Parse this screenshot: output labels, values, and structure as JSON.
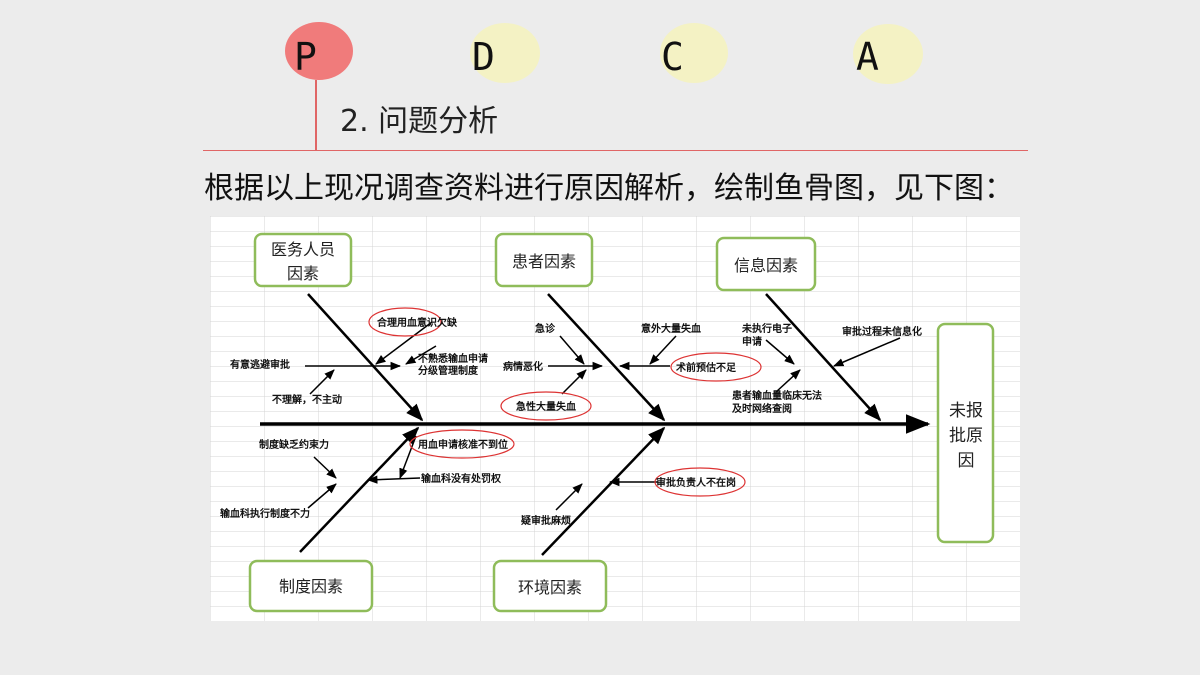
{
  "pdca": {
    "letters": [
      "P",
      "D",
      "C",
      "A"
    ],
    "active_color": "#f07b7b",
    "inactive_color": "#f4f2c4"
  },
  "section_title": "2. 问题分析",
  "intro_text": "根据以上现况调查资料进行原因解析，绘制鱼骨图，见下图：",
  "fishbone": {
    "effect": [
      "未报",
      "批原",
      "因"
    ],
    "categories": {
      "medical_staff": [
        "医务人员",
        "因素"
      ],
      "patient": "患者因素",
      "information": "信息因素",
      "system": "制度因素",
      "environment": "环境因素"
    },
    "causes": {
      "c1": "合理用血意识欠缺",
      "c2": "有意逃避审批",
      "c3": [
        "不熟悉输血申请",
        "分级管理制度"
      ],
      "c4": "不理解，不主动",
      "c5": "急诊",
      "c6": "病情恶化",
      "c7": "急性大量失血",
      "c8": "意外大量失血",
      "c9": "术前预估不足",
      "c10": [
        "未执行电子",
        "申请"
      ],
      "c11": "审批过程未信息化",
      "c12": [
        "患者输血量临床无法",
        "及时网络查阅"
      ],
      "c13": "制度缺乏约束力",
      "c14": "用血申请核准不到位",
      "c15": "输血科没有处罚权",
      "c16": "输血科执行制度不力",
      "c17": "审批负责人不在岗",
      "c18": "疑审批麻烦"
    }
  }
}
